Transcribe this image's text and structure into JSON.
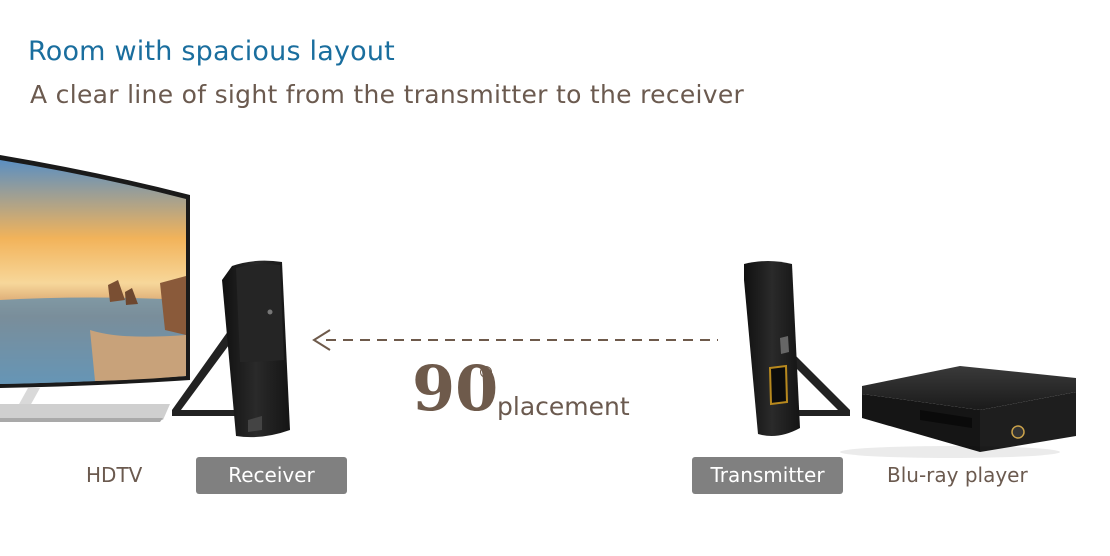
{
  "header": {
    "title": "Room with spacious layout",
    "subtitle": "A clear line of sight from the transmitter to the receiver"
  },
  "diagram": {
    "angle_value": "90",
    "angle_unit_label": "placement",
    "labels": {
      "hdtv": "HDTV",
      "receiver": "Receiver",
      "transmitter": "Transmitter",
      "bluray": "Blu-ray player"
    },
    "colors": {
      "title": "#1a6e9e",
      "text": "#6b5a4f",
      "pill_bg": "#808080",
      "device": "#1c1c1c"
    }
  }
}
